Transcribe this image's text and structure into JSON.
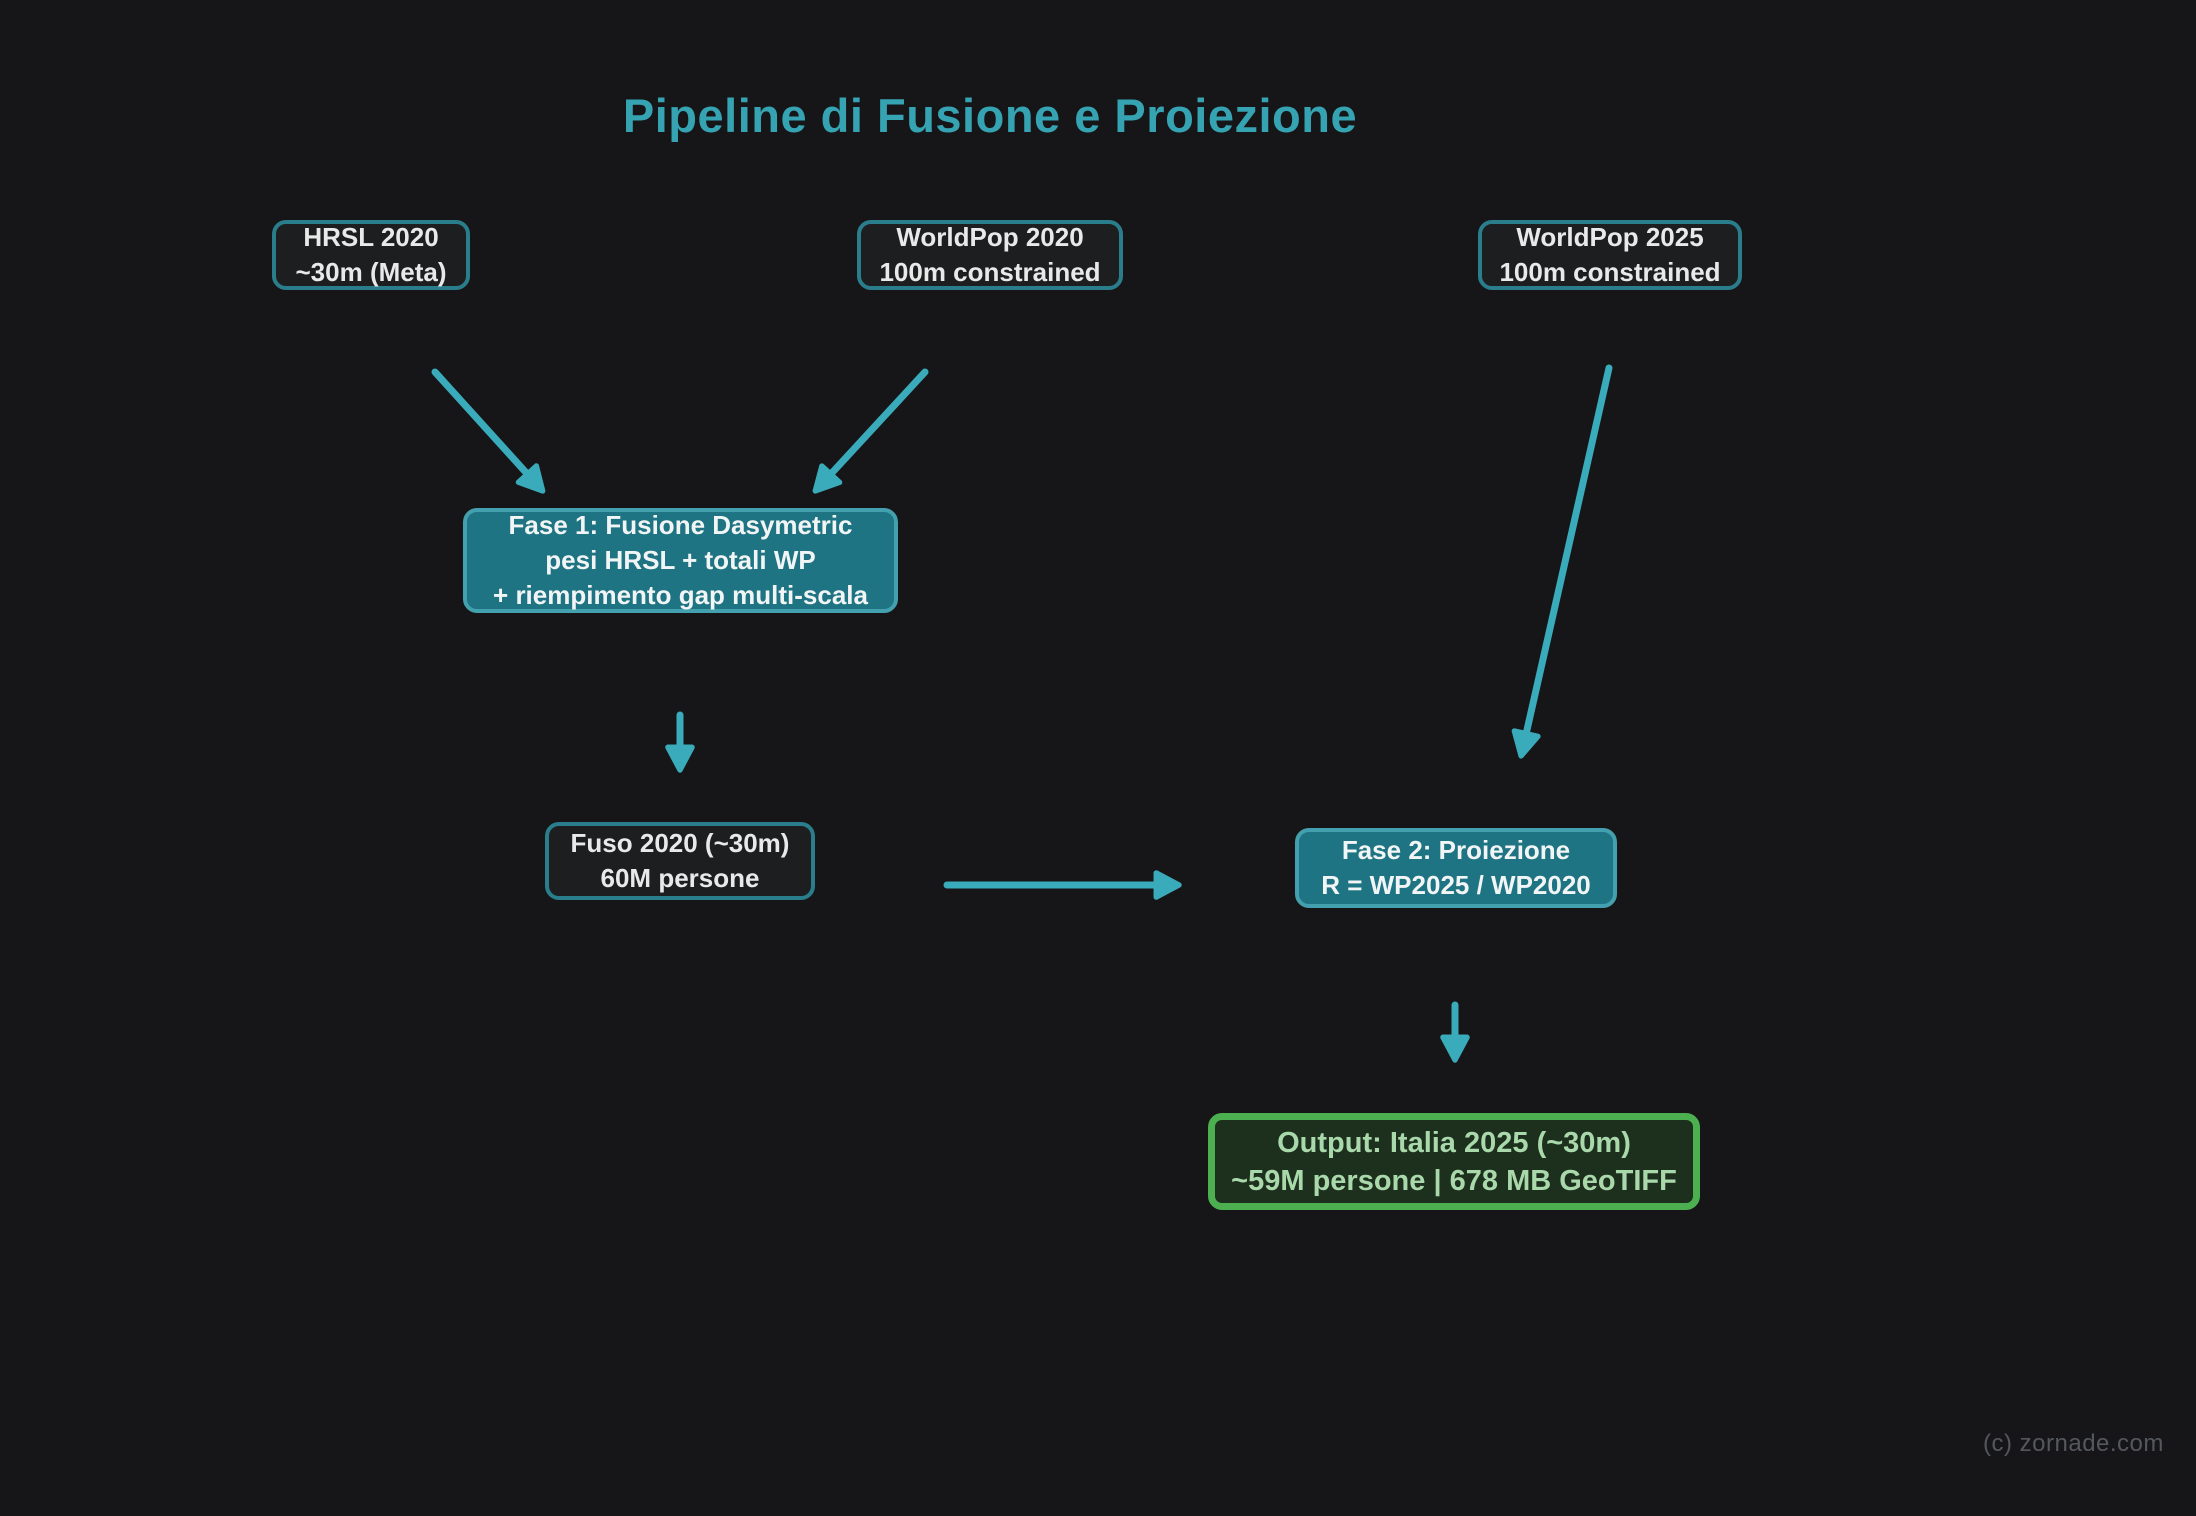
{
  "title": "Pipeline di Fusione e Proiezione",
  "nodes": {
    "hrsl": {
      "line1": "HRSL 2020",
      "line2": "~30m (Meta)"
    },
    "wp2020": {
      "line1": "WorldPop 2020",
      "line2": "100m constrained"
    },
    "wp2025": {
      "line1": "WorldPop 2025",
      "line2": "100m constrained"
    },
    "fase1": {
      "line1": "Fase 1: Fusione Dasymetric",
      "line2": "pesi HRSL + totali WP",
      "line3": "+ riempimento gap multi-scala"
    },
    "fuso": {
      "line1": "Fuso 2020 (~30m)",
      "line2": "60M persone"
    },
    "fase2": {
      "line1": "Fase 2: Proiezione",
      "line2": "R = WP2025 / WP2020"
    },
    "output": {
      "line1": "Output: Italia 2025 (~30m)",
      "line2": "~59M persone | 678 MB GeoTIFF"
    }
  },
  "edges": [
    {
      "name": "hrsl-to-fase1",
      "from": "hrsl",
      "to": "fase1"
    },
    {
      "name": "wp2020-to-fase1",
      "from": "wp2020",
      "to": "fase1"
    },
    {
      "name": "wp2025-to-fase2",
      "from": "wp2025",
      "to": "fase2"
    },
    {
      "name": "fase1-to-fuso",
      "from": "fase1",
      "to": "fuso"
    },
    {
      "name": "fuso-to-fase2",
      "from": "fuso",
      "to": "fase2"
    },
    {
      "name": "fase2-to-output",
      "from": "fase2",
      "to": "output"
    }
  ],
  "watermark": "(c) zornade.com",
  "colors": {
    "background": "#161618",
    "accent_teal": "#36a3b2",
    "arrow": "#3aabba",
    "node_fill": "#1d1e20",
    "node_border": "#2a7e8c",
    "node_text": "#e9e9e9",
    "phase_fill": "#1e7482",
    "phase_border": "#43a0ae",
    "phase_text": "#f2f5f6",
    "output_fill": "#1d2f1d",
    "output_border": "#4caf50",
    "output_text": "#a9d9ab",
    "watermark": "#54575c"
  }
}
